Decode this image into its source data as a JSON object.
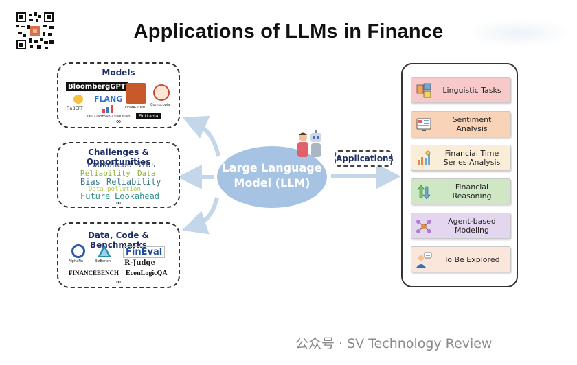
{
  "title": "Applications of LLMs in Finance",
  "center": {
    "line1": "Large Language",
    "line2": "Model (LLM)"
  },
  "applications_label": "Applications",
  "models_box": {
    "title": "Models",
    "logos": [
      "BloombergGPT",
      "FinBERT",
      "FLANG",
      "FinMA-PIXIU",
      "Cornucopia",
      "Du Xiaoman-XuanYuan",
      "FinLLama"
    ],
    "more": "∞"
  },
  "challenges_box": {
    "title": "Challenges & Opportunities",
    "words": [
      "Lookahead",
      "Bias",
      "Reliability",
      "Data",
      "Bias",
      "Reliability",
      "Data pollution",
      "Future",
      "Lookahead"
    ],
    "more": "∞"
  },
  "data_box": {
    "title": "Data, Code & Benchmarks",
    "logos": [
      "AlphaFin",
      "BizBench",
      "FinEval",
      "R-Judge",
      "FINANCEBENCH",
      "EconLogicQA"
    ],
    "more": "∞"
  },
  "tasks": [
    {
      "label": "Linguistic Tasks",
      "color": "#f7c9c9",
      "icon": "document-stack-icon"
    },
    {
      "label": "Sentiment Analysis",
      "color": "#f9d3b7",
      "icon": "sentiment-screen-icon"
    },
    {
      "label": "Financial Time Series Analysis",
      "color": "#fbeed8",
      "icon": "bar-chart-icon"
    },
    {
      "label": "Financial Reasoning",
      "color": "#cfe7c4",
      "icon": "reasoning-arrows-icon"
    },
    {
      "label": "Agent-based Modeling",
      "color": "#e3d6ee",
      "icon": "agent-network-icon"
    },
    {
      "label": "To Be Explored",
      "color": "#fbe6dc",
      "icon": "explorer-person-icon"
    }
  ],
  "watermark": "公众号 · SV Technology Review",
  "colors": {
    "arrow": "#c3d6ea",
    "ellipse": "#a6c3e3",
    "title_text": "#1e2f66"
  }
}
